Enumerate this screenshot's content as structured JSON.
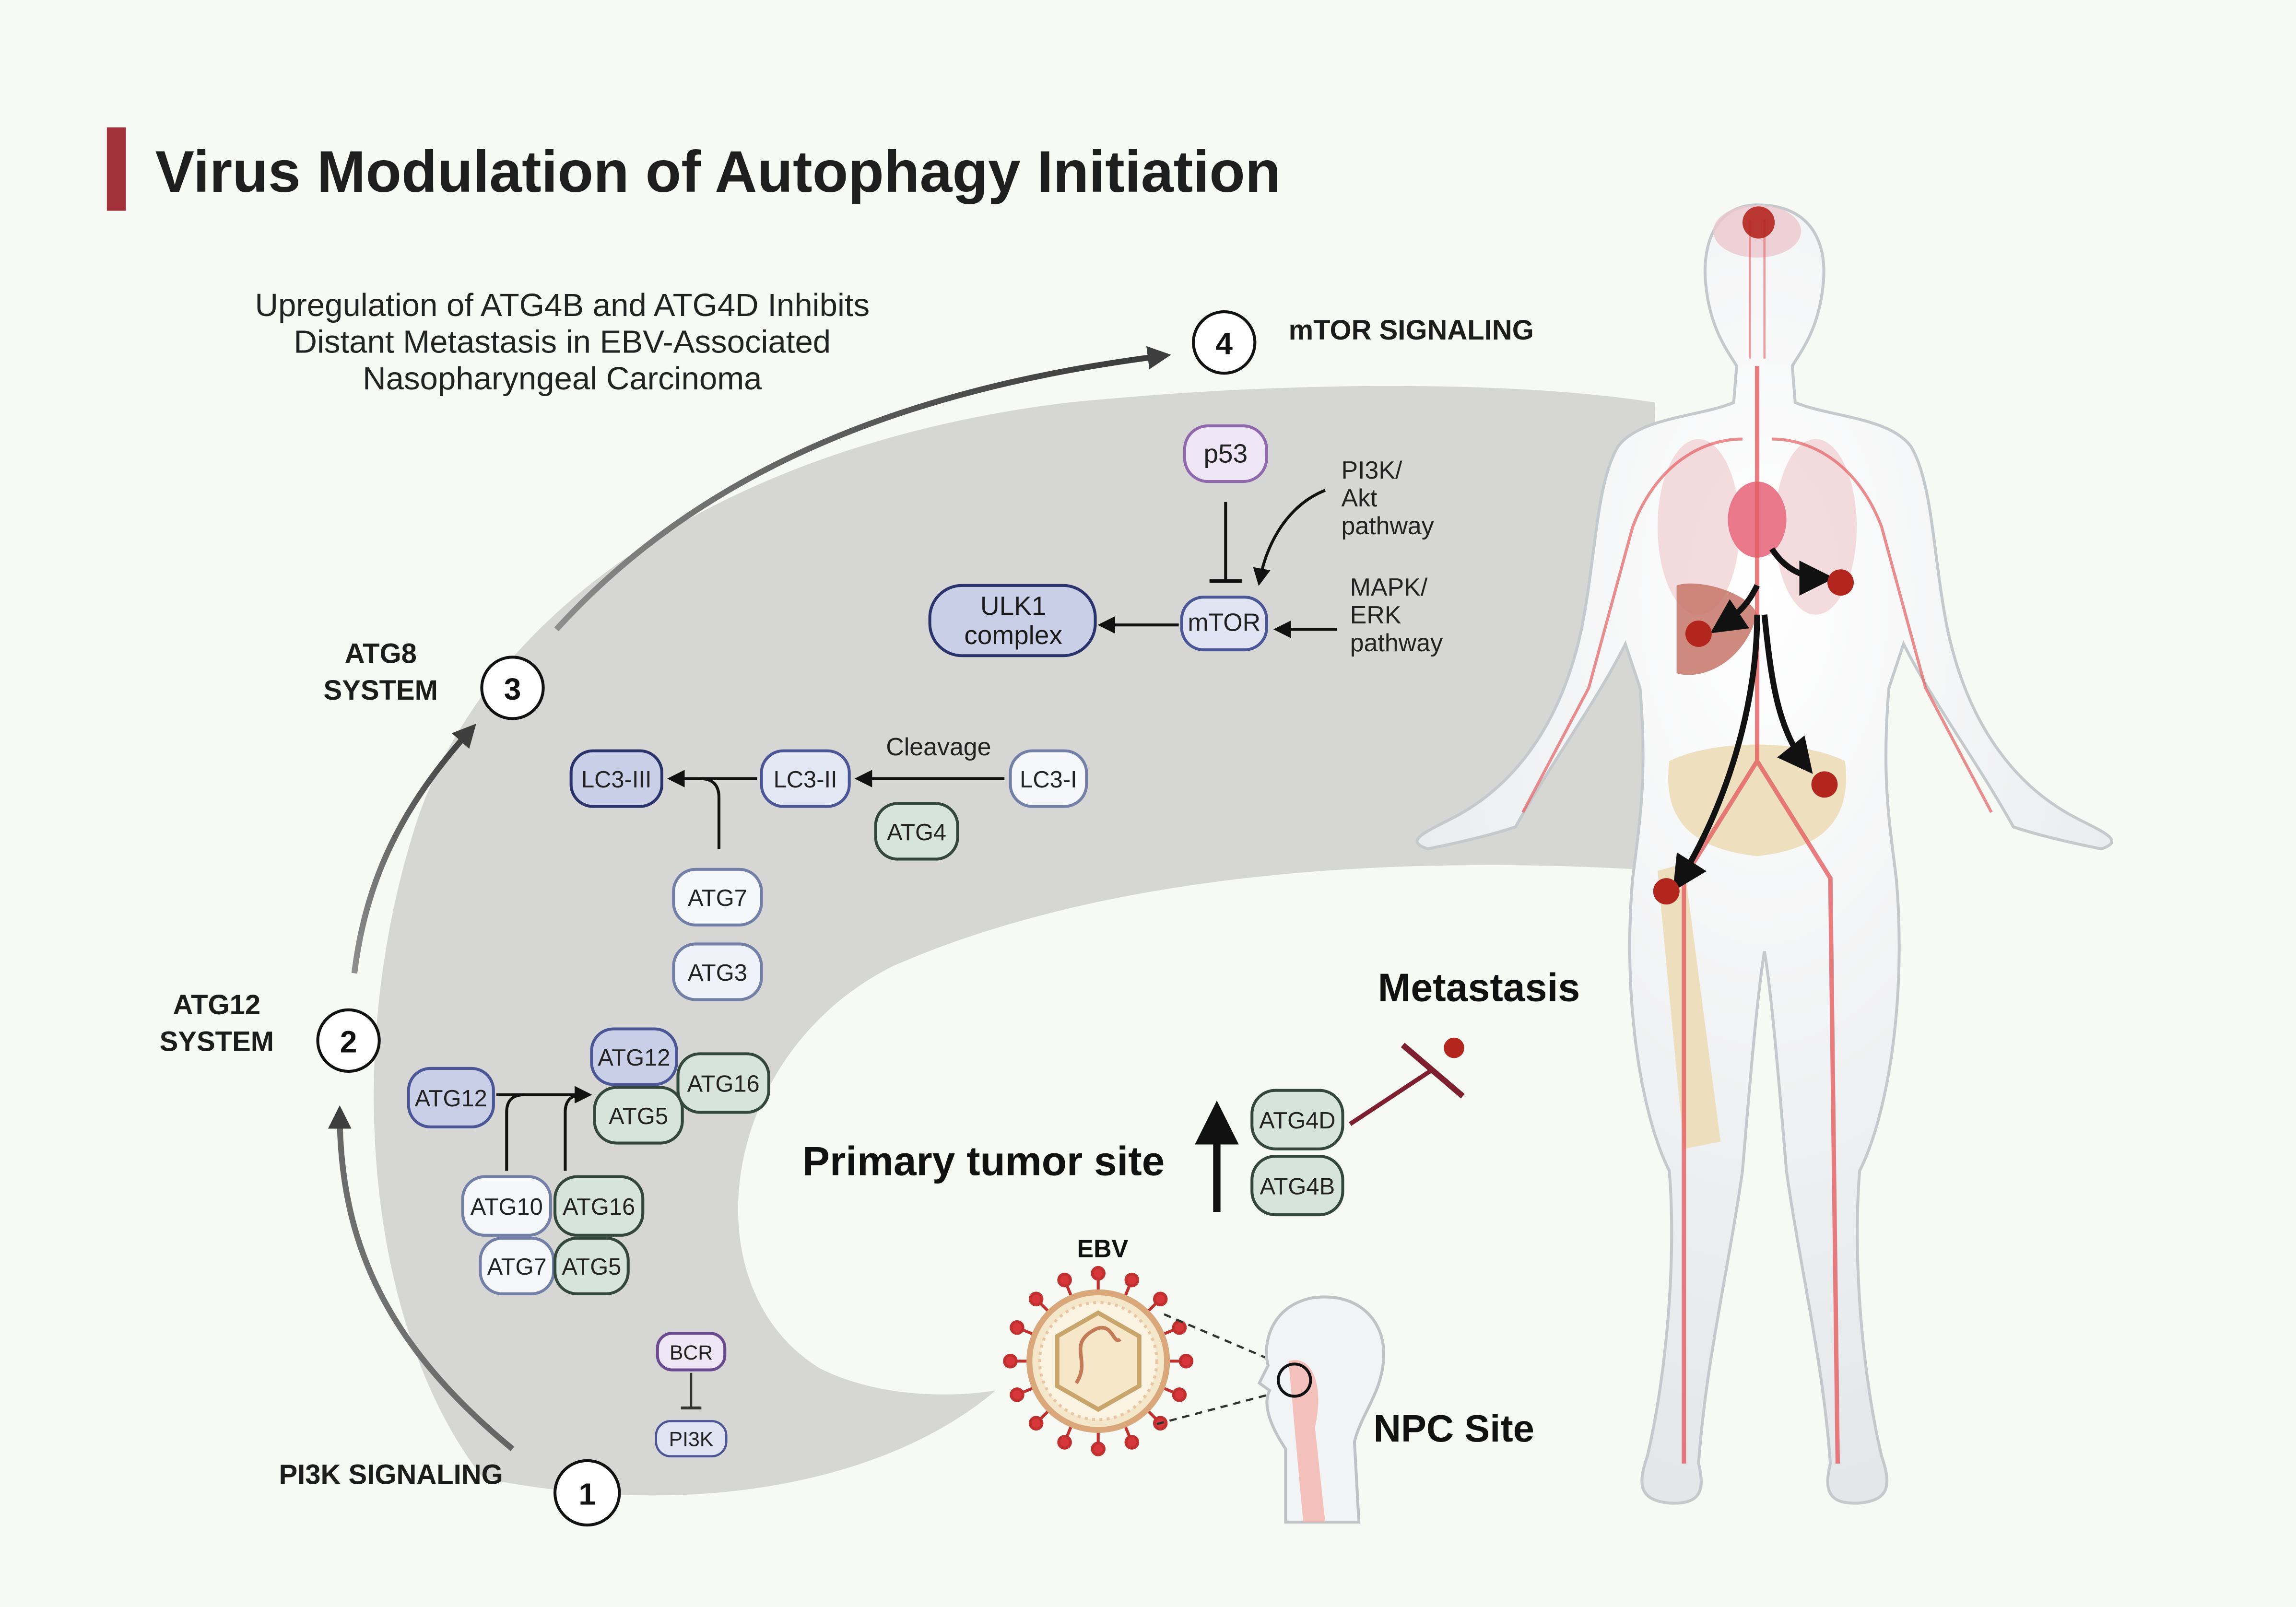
{
  "title": "Virus Modulation of Autophagy Initiation",
  "subtitle": [
    "Upregulation of ATG4B and ATG4D Inhibits",
    "Distant Metastasis in EBV-Associated",
    "Nasopharyngeal Carcinoma"
  ],
  "steps": {
    "s1": {
      "num": "1",
      "label": "PI3K SIGNALING"
    },
    "s2": {
      "num": "2",
      "label1": "ATG12",
      "label2": "SYSTEM"
    },
    "s3": {
      "num": "3",
      "label1": "ATG8",
      "label2": "SYSTEM"
    },
    "s4": {
      "num": "4",
      "label": "mTOR SIGNALING"
    }
  },
  "mtor": {
    "p53": "p53",
    "mtor": "mTOR",
    "ulk1_line1": "ULK1",
    "ulk1_line2": "complex",
    "pi3k_akt": [
      "PI3K/",
      "Akt",
      "pathway"
    ],
    "mapk_erk": [
      "MAPK/",
      "ERK",
      "pathway"
    ]
  },
  "atg8": {
    "lc3_iii": "LC3-III",
    "lc3_ii": "LC3-II",
    "lc3_i": "LC3-I",
    "cleavage": "Cleavage",
    "atg4": "ATG4",
    "atg7": "ATG7",
    "atg3": "ATG3"
  },
  "atg12": {
    "atg12_left": "ATG12",
    "atg12_top": "ATG12",
    "atg16_top": "ATG16",
    "atg5_top": "ATG5",
    "atg10": "ATG10",
    "atg16_bottom": "ATG16",
    "atg7": "ATG7",
    "atg5_bottom": "ATG5"
  },
  "pi3k": {
    "bcr": "BCR",
    "pi3k": "PI3K"
  },
  "labels": {
    "ebv": "EBV",
    "npc_site": "NPC Site",
    "primary_tumor": "Primary tumor site",
    "metastasis": "Metastasis",
    "atg4d": "ATG4D",
    "atg4b": "ATG4B"
  },
  "colors": {
    "title_bar": "#a3313a",
    "blue_node": "#c9cfe6",
    "green_node": "#d7e4dc",
    "white_node": "#f5f7fb",
    "purple_node": "#efe6f5",
    "tumor": "#b3261e",
    "inhibit": "#7d1f2e"
  }
}
